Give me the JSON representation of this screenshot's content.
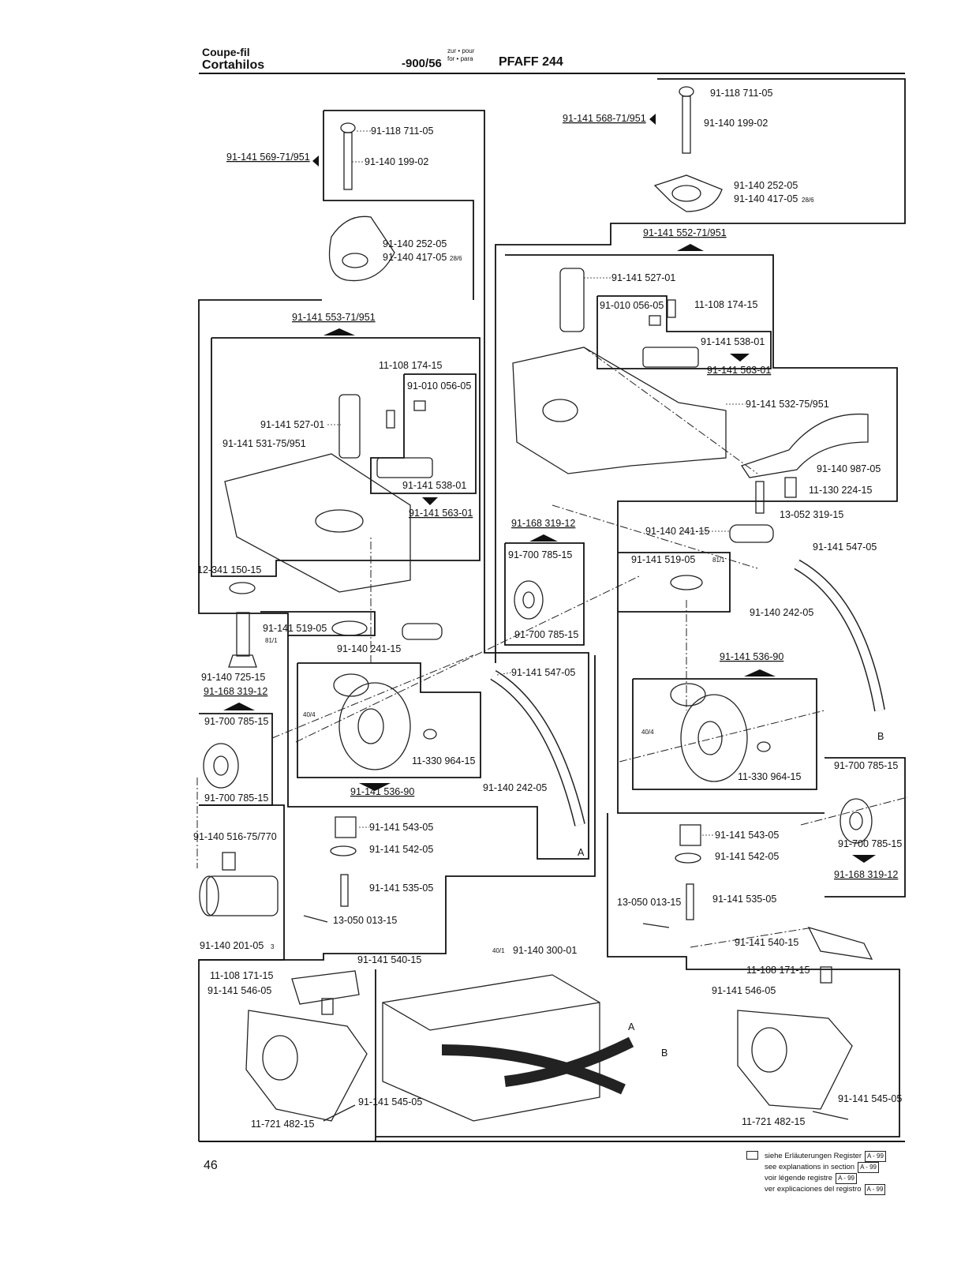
{
  "header": {
    "title_line1": "Coupe-fil",
    "title_line2": "Cortahilos",
    "model": "-900/56",
    "prep_line1": "zur • pour",
    "prep_line2": "for • para",
    "machine": "PFAFF 244"
  },
  "labels": {
    "a1": "91-141 569-71/951",
    "a2": "91-118 711-05",
    "a3": "91-140 199-02",
    "a4": "91-140 252-05",
    "a5": "91-140 417-05",
    "a5ref": "28/6",
    "b1": "91-141 553-71/951",
    "b2": "11-108 174-15",
    "b3": "91-010 056-05",
    "b4": "91-141 527-01",
    "b5": "91-141 531-75/951",
    "b6": "91-141 538-01",
    "b7": "91-141 563-01",
    "c1": "12-341 150-15",
    "c2": "91-141 519-05",
    "c2ref": "81/1",
    "c3": "91-140 241-15",
    "c4": "91-140 725-15",
    "c5": "91-168 319-12",
    "c6": "91-700 785-15",
    "c7": "91-700 785-15",
    "d1": "40/4",
    "d2": "11-330 964-15",
    "d3": "91-141 536-90",
    "d4": "91-141 547-05",
    "d5": "91-140 242-05",
    "d6": "A",
    "e1": "91-140 516-75/770",
    "e2": "91-140 201-05",
    "e2ref": "3",
    "e3": "91-141 543-05",
    "e4": "91-141 542-05",
    "e5": "91-141 535-05",
    "e6": "13-050 013-15",
    "f1": "11-108 171-15",
    "f2": "91-141 546-05",
    "f3": "91-141 540-15",
    "f4": "91-141 545-05",
    "f5": "11-721 482-15",
    "g1": "40/1",
    "g2": "91-140 300-01",
    "r1": "91-141 568-71/951",
    "r2": "91-118 711-05",
    "r3": "91-140 199-02",
    "r4": "91-140 252-05",
    "r5": "91-140 417-05",
    "r5ref": "28/6",
    "r6": "91-141 552-71/951",
    "r7": "91-141 527-01",
    "r8": "91-010 056-05",
    "r9": "11-108 174-15",
    "r10": "91-141 538-01",
    "r11": "91-141 563-01",
    "r12": "91-141 532-75/951",
    "r13": "91-140 987-05",
    "r14": "11-130 224-15",
    "r15": "13-052 319-15",
    "s1": "91-168 319-12",
    "s2": "91-700 785-15",
    "s3": "91-700 785-15",
    "s4": "91-140 241-15",
    "s5": "91-141 519-05",
    "s5ref": "81/1",
    "s6": "91-141 547-05",
    "s7": "91-140 242-05",
    "s8": "B",
    "t1": "91-141 536-90",
    "t2": "40/4",
    "t3": "11-330 964-15",
    "t4": "91-700 785-15",
    "t5": "91-700 785-15",
    "t6": "91-168 319-12",
    "u1": "91-141 543-05",
    "u2": "91-141 542-05",
    "u3": "13-050 013-15",
    "u4": "91-141 535-05",
    "u5": "91-141 540-15",
    "u6": "11-108 171-15",
    "u7": "91-141 546-05",
    "u8": "91-141 545-05",
    "u9": "11-721 482-15",
    "wireA": "A",
    "wireB": "B"
  },
  "footer": {
    "page_number": "46",
    "legend_de": "siehe Erläuterungen Register",
    "legend_en": "see explanations in section",
    "legend_fr": "voir légende registre",
    "legend_es": "ver explicaciones del registro",
    "legend_ref": "A - 99"
  }
}
